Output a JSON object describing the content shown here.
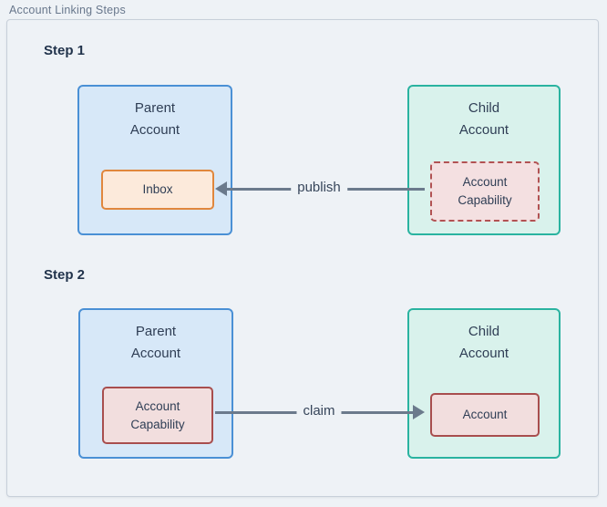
{
  "panel": {
    "title": "Account Linking Steps"
  },
  "colors": {
    "page_bg": "#eef2f6",
    "panel_border": "#c7cfd9",
    "parent_fill": "#d7e8f8",
    "parent_border": "#4a90d5",
    "child_fill": "#d9f2ec",
    "child_border": "#2ab3a0",
    "inbox_fill": "#fceadb",
    "inbox_border": "#e0873d",
    "capability_fill": "#f2dede",
    "capability_border": "#a84e4e",
    "arrow": "#6b7a8c",
    "heading_text": "#22344c",
    "label_text": "#2f3e55"
  },
  "steps": [
    {
      "label": "Step 1",
      "parent_box": {
        "title": "Parent\nAccount",
        "inner_label": "Inbox"
      },
      "child_box": {
        "title": "Child\nAccount",
        "inner_label": "Account\nCapability"
      },
      "arrow": {
        "label": "publish",
        "direction": "left"
      }
    },
    {
      "label": "Step 2",
      "parent_box": {
        "title": "Parent\nAccount",
        "inner_label": "Account\nCapability"
      },
      "child_box": {
        "title": "Child\nAccount",
        "inner_label": "Account"
      },
      "arrow": {
        "label": "claim",
        "direction": "right"
      }
    }
  ]
}
